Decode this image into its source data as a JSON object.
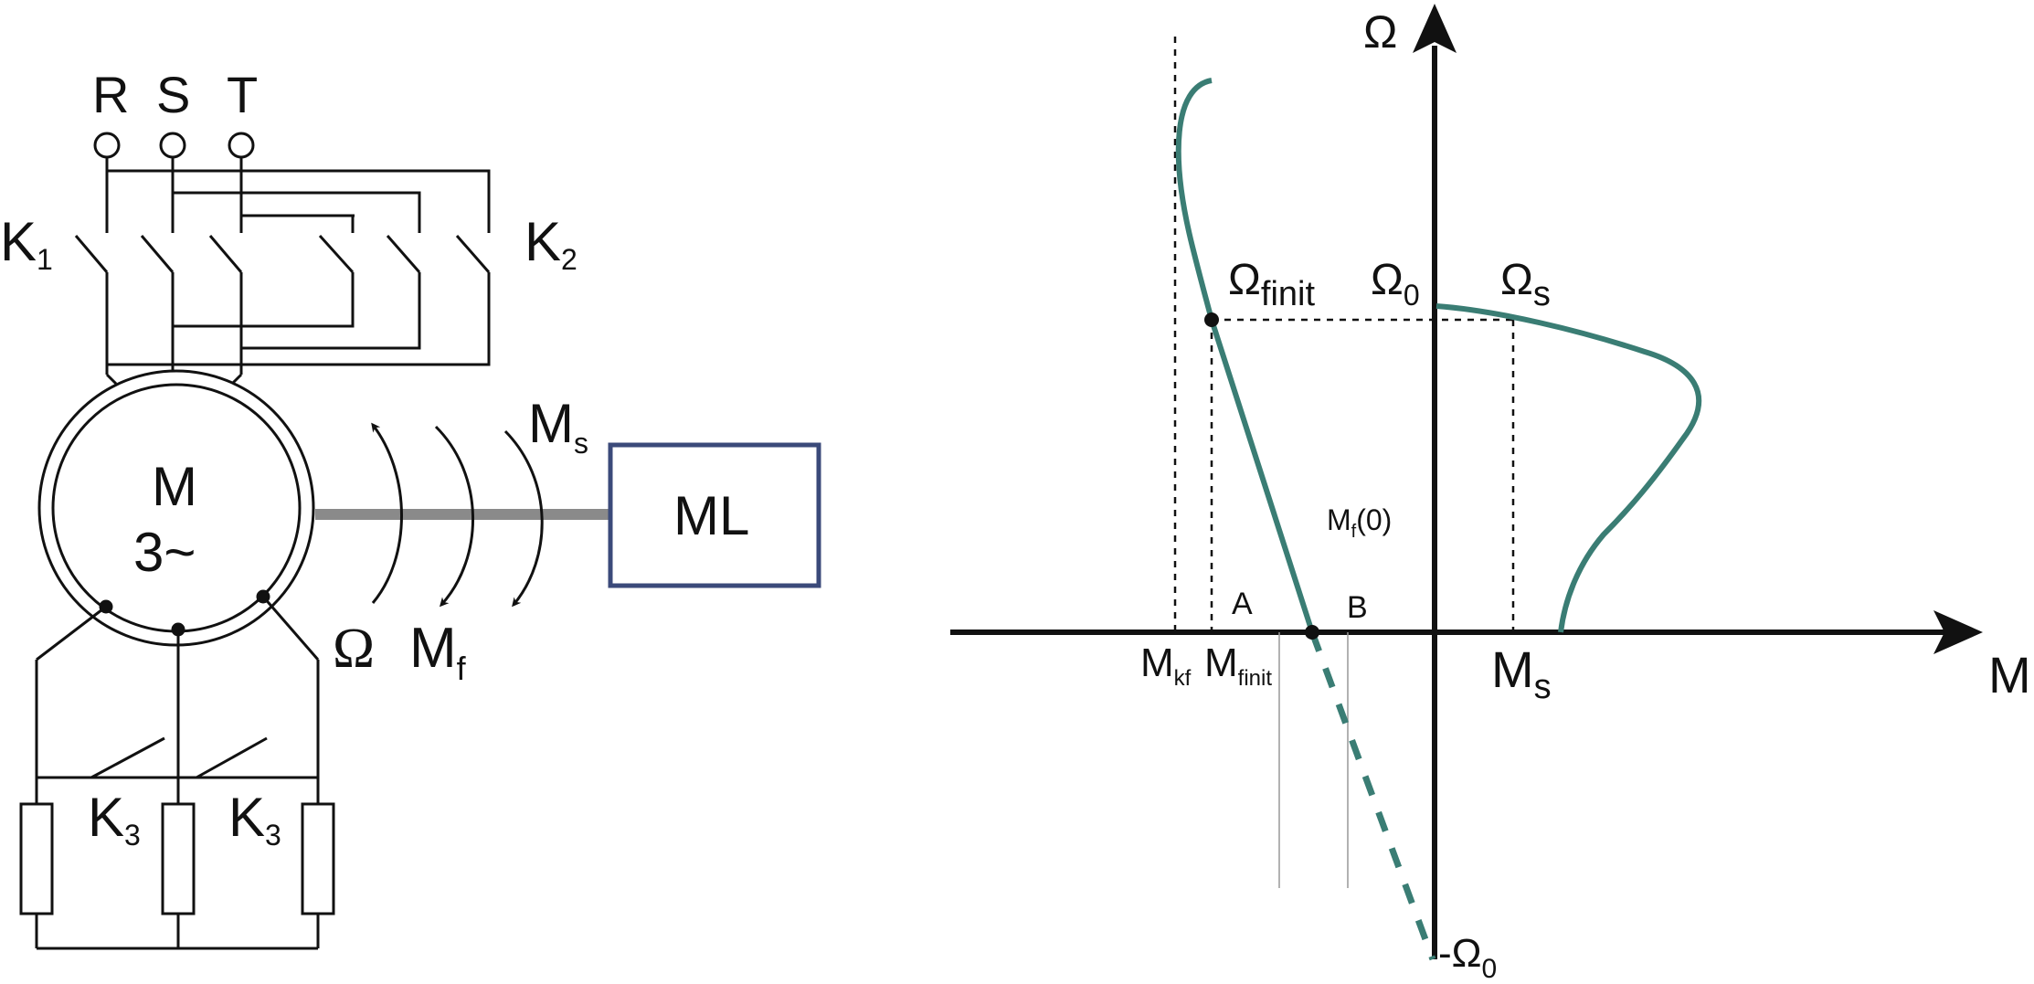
{
  "supply": {
    "phases": [
      "R",
      "S",
      "T"
    ]
  },
  "contactors": {
    "k1": {
      "main": "K",
      "sub": "1"
    },
    "k2": {
      "main": "K",
      "sub": "2"
    },
    "k3a": {
      "main": "K",
      "sub": "3"
    },
    "k3b": {
      "main": "K",
      "sub": "3"
    }
  },
  "motor": {
    "line1": "M",
    "line2": "3~"
  },
  "load": {
    "label": "ML"
  },
  "torque_labels": {
    "ms": {
      "main": "M",
      "sub": "s"
    },
    "omega": "Ω",
    "mf": {
      "main": "M",
      "sub": "f"
    }
  },
  "graph": {
    "y_axis_label": "Ω",
    "x_axis_label": "M",
    "omega_finit": {
      "main": "Ω",
      "sub": "finit"
    },
    "omega_0": {
      "main": "Ω",
      "sub": "0"
    },
    "omega_s": {
      "main": "Ω",
      "sub": "s"
    },
    "mf0": {
      "main": "M",
      "sub": "f",
      "rest": "(0)"
    },
    "point_a": "A",
    "point_b": "B",
    "m_kf": {
      "main": "M",
      "sub": "kf"
    },
    "m_finit": {
      "main": "M",
      "sub": "finit"
    },
    "m_s": {
      "main": "M",
      "sub": "s"
    },
    "neg_omega_0": {
      "main": "-Ω",
      "sub": "0"
    }
  },
  "colors": {
    "curve": "#3a7d74",
    "load_box": "#3b4a7a",
    "line": "#111111",
    "shaft": "#8a8a8a"
  }
}
